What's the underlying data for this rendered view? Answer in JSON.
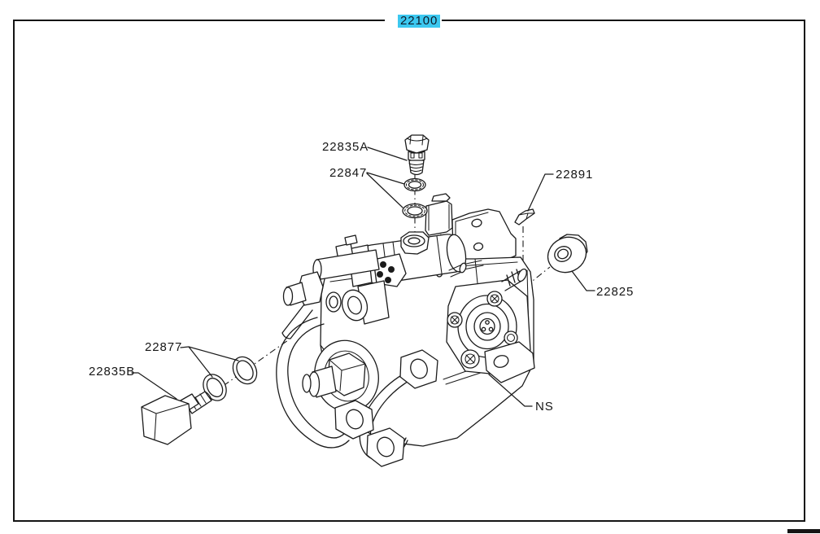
{
  "page": {
    "background_color": "#ffffff",
    "frame_color": "#141414",
    "line_color": "#1b1b1b"
  },
  "diagram": {
    "title_callout": {
      "text": "22100",
      "highlight_color": "#3cc8f0",
      "text_color": "#0d1b2a"
    },
    "callouts": [
      {
        "text": "22835A"
      },
      {
        "text": "22847"
      },
      {
        "text": "22891"
      },
      {
        "text": "22825"
      },
      {
        "text": "22877"
      },
      {
        "text": "22835B"
      },
      {
        "text": "NS"
      }
    ]
  }
}
